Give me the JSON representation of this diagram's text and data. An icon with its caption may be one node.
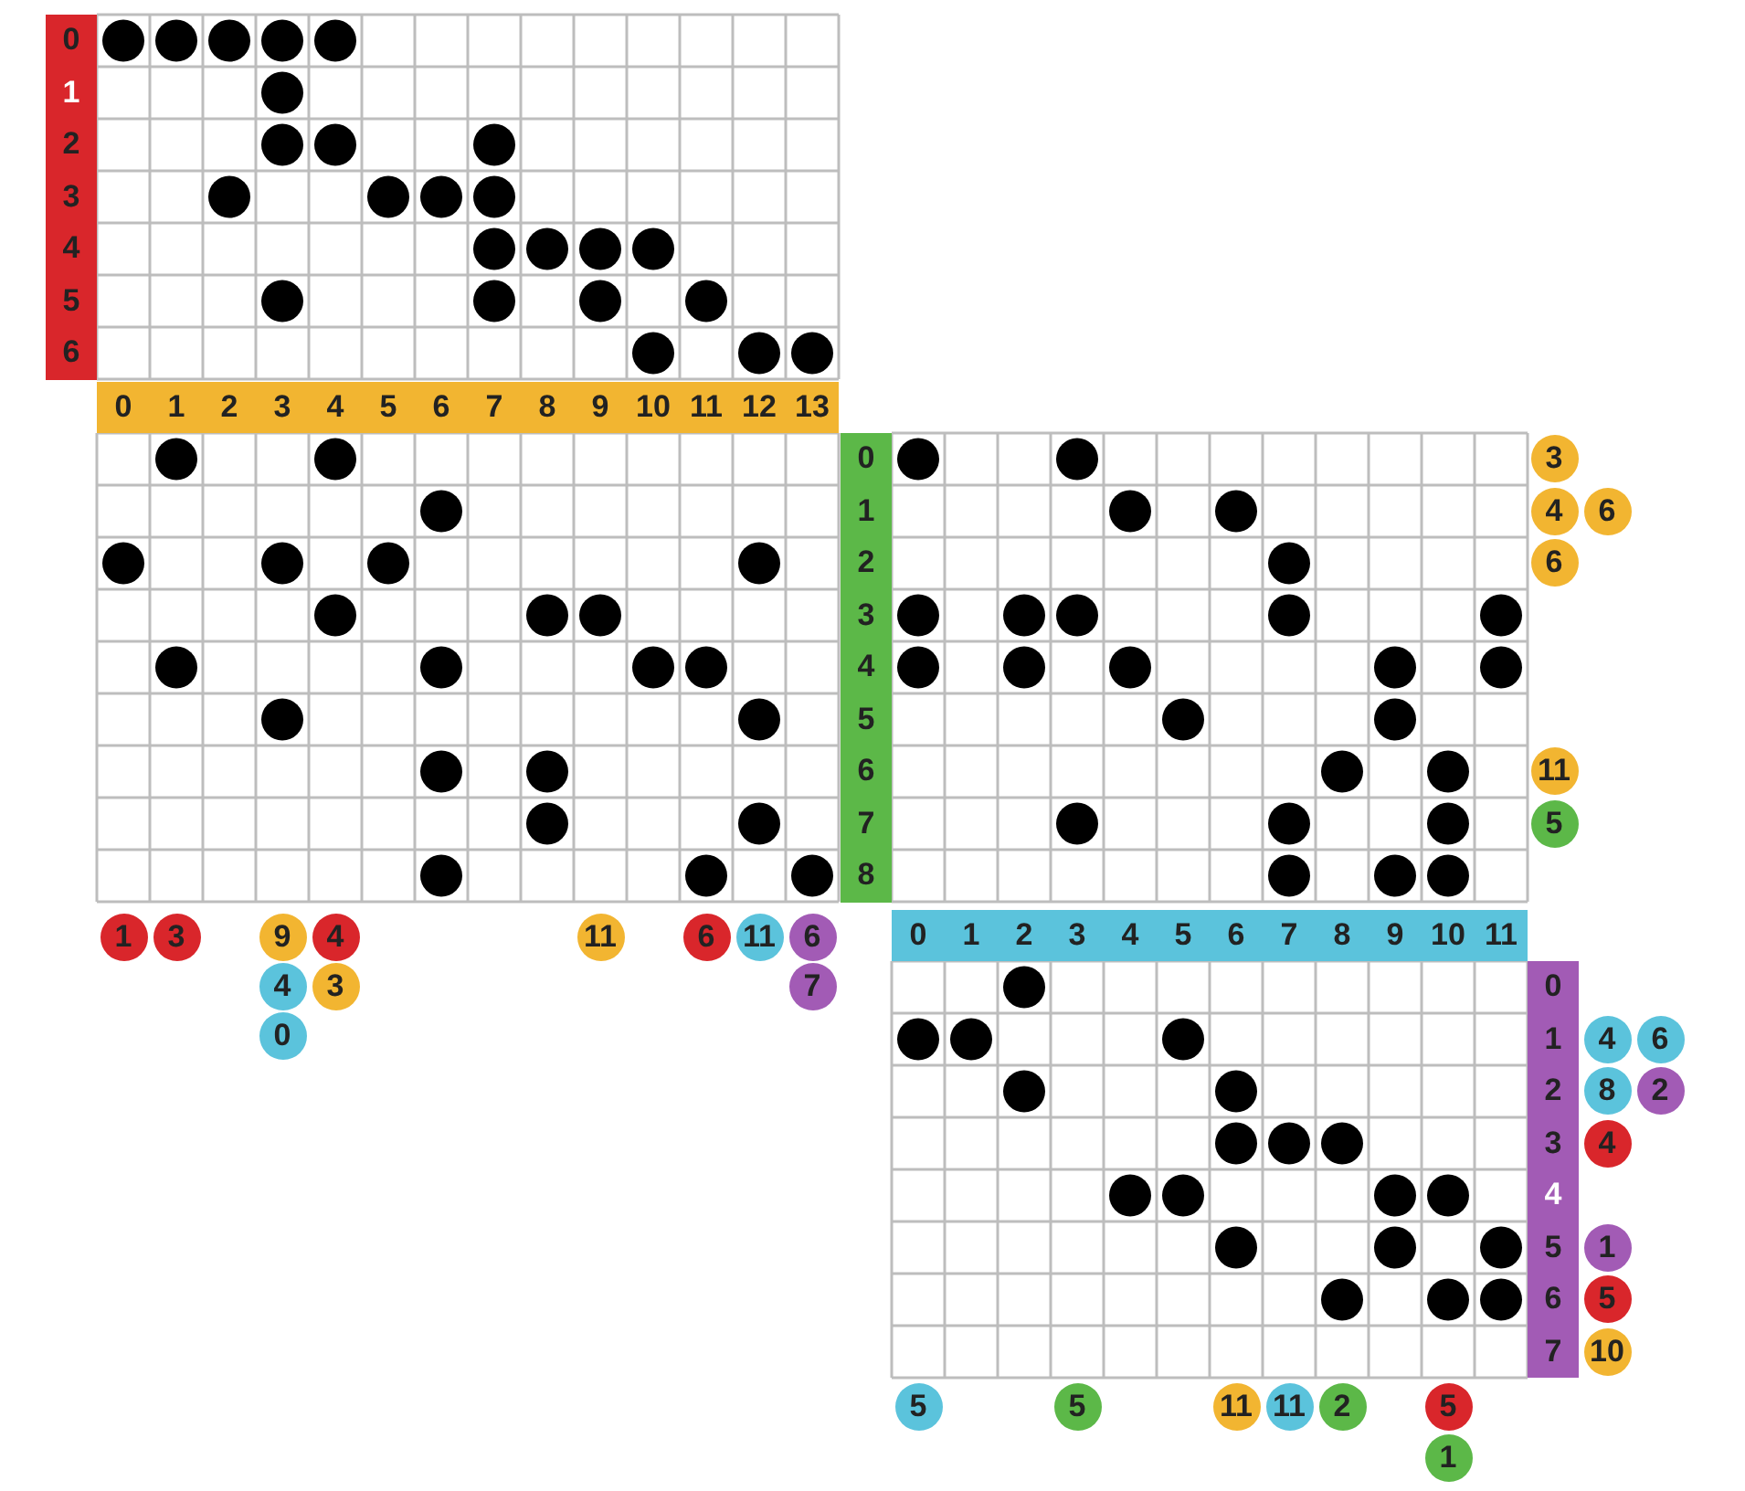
{
  "diagram": {
    "labels": [
      "0",
      "1",
      "2",
      "3",
      "4",
      "5",
      "6",
      "0",
      "1",
      "2",
      "3",
      "4",
      "5",
      "6",
      "7",
      "8",
      "9",
      "10",
      "11",
      "12",
      "13",
      "0",
      "1",
      "2",
      "3",
      "4",
      "5",
      "6",
      "7",
      "8",
      "3",
      "4",
      "6",
      "6",
      "11",
      "5",
      "1",
      "3",
      "9",
      "4",
      "11",
      "6",
      "11",
      "6",
      "4",
      "3",
      "7",
      "0",
      "0",
      "1",
      "2",
      "3",
      "4",
      "5",
      "6",
      "7",
      "8",
      "9",
      "10",
      "11",
      "0",
      "1",
      "2",
      "3",
      "4",
      "5",
      "6",
      "7",
      "4",
      "6",
      "8",
      "2",
      "4",
      "1",
      "5",
      "10",
      "5",
      "5",
      "11",
      "11",
      "2",
      "5",
      "1"
    ]
  }
}
